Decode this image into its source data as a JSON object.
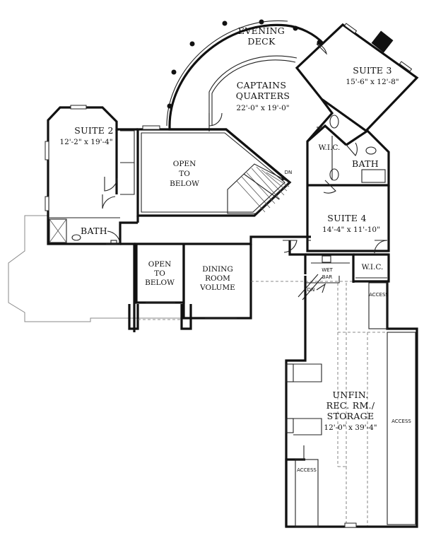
{
  "rooms": {
    "evening_deck": {
      "line1": "EVENING",
      "line2": "DECK"
    },
    "captains_quarters": {
      "line1": "CAPTAINS",
      "line2": "QUARTERS",
      "size": "22'-0\" x 19'-0\""
    },
    "suite3": {
      "name": "SUITE 3",
      "size": "15'-6\" x 12'-8\""
    },
    "suite2": {
      "name": "SUITE 2",
      "size": "12'-2\" x 19'-4\""
    },
    "open_below_1": {
      "line1": "OPEN",
      "line2": "TO",
      "line3": "BELOW"
    },
    "open_below_2": {
      "line1": "OPEN",
      "line2": "TO",
      "line3": "BELOW"
    },
    "wic_top": "W.I.C.",
    "bath_right": "BATH",
    "bath_left": "BATH",
    "suite4": {
      "name": "SUITE 4",
      "size": "14'-4\" x 11'-10\""
    },
    "wic_suite4": "W.I.C.",
    "wet_bar": {
      "line1": "WET",
      "line2": "BAR"
    },
    "dining_volume": {
      "line1": "DINING",
      "line2": "ROOM",
      "line3": "VOLUME"
    },
    "unfin_storage": {
      "line1": "UNFIN.",
      "line2": "REC. RM./",
      "line3": "STORAGE",
      "size": "12'-0\" x 39'-4\""
    },
    "access_top": "ACCESS",
    "access_right": "ACCESS",
    "access_bottom": "ACCESS"
  },
  "stairs": {
    "dn_main": "DN",
    "dn_wetbar": "DN"
  }
}
